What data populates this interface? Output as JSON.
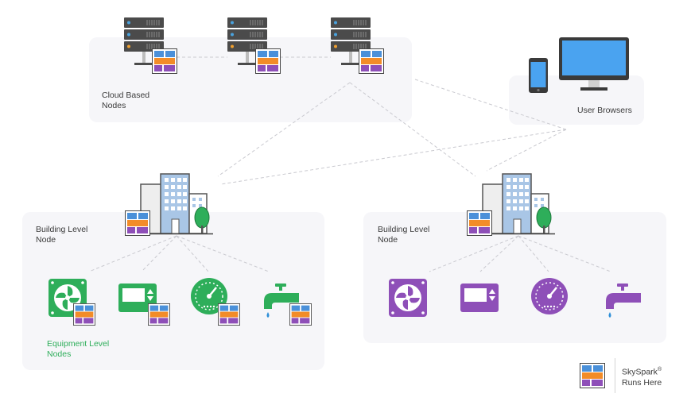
{
  "groups": {
    "cloud": "Cloud Based\nNodes",
    "browsers": "User Browsers",
    "building_left": "Building Level\nNode",
    "building_right": "Building Level\nNode",
    "equipment": "Equipment Level\nNodes"
  },
  "legend": {
    "line1": "SkySpark",
    "mark": "®",
    "line2": "Runs Here"
  },
  "colors": {
    "green": "#2eae5a",
    "purple": "#8e4fb8",
    "panel": "#f6f6f9",
    "server_dark": "#4b4b4b"
  }
}
